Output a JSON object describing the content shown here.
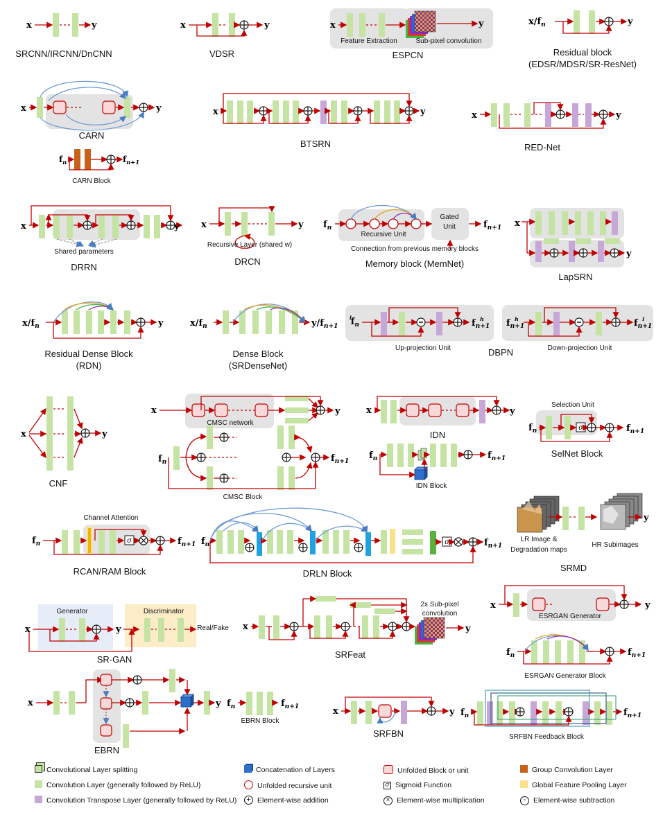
{
  "colors": {
    "conv": "#c5e3a3",
    "transpose": "#c7a6d8",
    "group_conv": "#c8621a",
    "pooling": "#fbe08a",
    "concat": "#2d6fc9",
    "arrow": "#c00000",
    "gray_box": "#e3e3e3",
    "unfolded_block": "#f8d8d8",
    "blue_link": "#6d9bd6",
    "gen_bg": "#e6ecf8",
    "disc_bg": "#fdecc8",
    "cyan": "#1fa3e0"
  },
  "symbols": {
    "x": "x",
    "y": "y",
    "f_n": "fn",
    "f_n1": "fn+1",
    "xfn": "x/fn",
    "yfn1": "y/fn+1"
  },
  "row1": {
    "srcnn": "SRCNN/IRCNN/DnCNN",
    "vdsr": "VDSR",
    "espcn": "ESPCN",
    "feature_extraction": "Feature Extraction",
    "subpixel": "Sub-pixel convolution",
    "residual_block": "Residual block",
    "residual_block_sub": "(EDSR/MDSR/SR-ResNet)"
  },
  "row2": {
    "carn": "CARN",
    "carn_block": "CARN Block",
    "btsrn": "BTSRN",
    "rednet": "RED-Net"
  },
  "row3": {
    "drrn": "DRRN",
    "shared_params": "Shared parameters",
    "drcn": "DRCN",
    "recursive_layer": "Recursive Layer (shared w)",
    "recursive_unit": "Recursive Unit",
    "gated_unit": "Gated Unit",
    "memnet_conn": "Connection from previous memory blocks",
    "memnet": "Memory block (MemNet)",
    "lapsrn": "LapSRN"
  },
  "row4": {
    "rdb": "Residual Dense Block",
    "rdb_sub": "(RDN)",
    "dense": "Dense Block",
    "dense_sub": "(SRDenseNet)",
    "up_proj": "Up-projection Unit",
    "down_proj": "Down-projection Unit",
    "dbpn": "DBPN",
    "fln": "fln",
    "fhn1": "fhn+1",
    "fhn1b": "fhn+1",
    "fln1": "fln+1"
  },
  "row5": {
    "cnf": "CNF",
    "cmsc_network": "CMSC network",
    "cmsc_block": "CMSC Block",
    "idn": "IDN",
    "idn_block": "IDN Block",
    "selection_unit": "Selection Unit",
    "selnet_block": "SelNet Block",
    "sigma": "σ"
  },
  "row6": {
    "channel_attention": "Channel Attention",
    "rcan": "RCAN/RAM Block",
    "drln": "DRLN Block",
    "lr_image": "LR Image &",
    "degradation": "Degradation maps",
    "hr_sub": "HR Subimages",
    "srmd": "SRMD"
  },
  "row7": {
    "generator": "Generator",
    "discriminator": "Discriminator",
    "real_fake": "Real/Fake",
    "srgan": "SR-GAN",
    "srfeat": "SRFeat",
    "subpixel2x_1": "2x Sub-pixel",
    "subpixel2x_2": "convolution",
    "esrgan_gen": "ESRGAN Generator",
    "esrgan_block": "ESRGAN Generator Block"
  },
  "row8": {
    "ebrn": "EBRN",
    "ebrn_block": "EBRN Block",
    "srfbn": "SRFBN",
    "srfbn_block": "SRFBN Feedback Block"
  },
  "legend": [
    {
      "icon": "split-icon",
      "label": "Convolutional Layer splitting"
    },
    {
      "icon": "concat-icon",
      "label": "Concatenation of Layers"
    },
    {
      "icon": "unfolded-block-icon",
      "label": "Unfolded Block or unit"
    },
    {
      "icon": "group-conv-icon",
      "label": "Group Convolution Layer"
    },
    {
      "icon": "conv-icon",
      "label": "Convolution Layer (generally followed by ReLU)"
    },
    {
      "icon": "unfolded-unit-icon",
      "label": "Unfolded recursive unit"
    },
    {
      "icon": "sigmoid-icon",
      "label": "Sigmoid Function"
    },
    {
      "icon": "pooling-icon",
      "label": "Global Feature Pooling Layer"
    },
    {
      "icon": "transpose-icon",
      "label": "Convolution Transpose Layer (generally followed by ReLU)"
    },
    {
      "icon": "add-icon",
      "label": "Element-wise addition"
    },
    {
      "icon": "mult-icon",
      "label": "Element-wise multiplication"
    },
    {
      "icon": "sub-icon",
      "label": "Element-wise subtraction"
    }
  ]
}
